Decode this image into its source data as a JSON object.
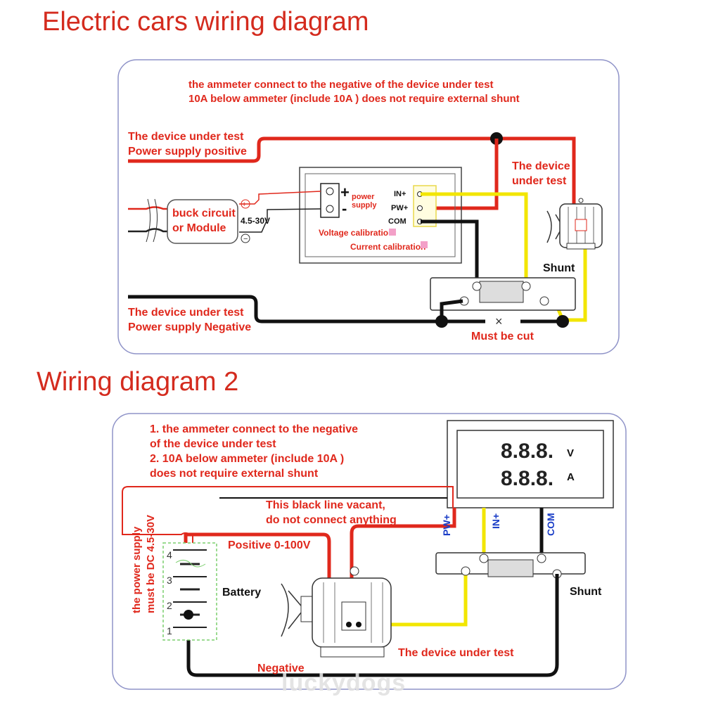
{
  "titles": {
    "diagram1": "Electric cars wiring diagram",
    "diagram2": "Wiring diagram 2"
  },
  "diagram1": {
    "note_line1": "the ammeter connect to the negative of the device under test",
    "note_line2": "10A below ammeter (include 10A ) does not require external shunt",
    "supply_pos_line1": "The device under test",
    "supply_pos_line2": "Power supply positive",
    "buck_line1": "buck circuit",
    "buck_line2": "or Module",
    "buck_voltage": "4.5-30V",
    "plus_sign": "+",
    "minus_sign": "-",
    "power_line1": "power",
    "power_line2": "supply",
    "terminal_in": "IN+",
    "terminal_pw": "PW+",
    "terminal_com": "COM",
    "voltage_cal": "Voltage calibration",
    "current_cal": "Current calibration",
    "dut_line1": "The device",
    "dut_line2": "under test",
    "shunt": "Shunt",
    "supply_neg_line1": "The device under test",
    "supply_neg_line2": "Power supply Negative",
    "must_cut": "Must be cut"
  },
  "diagram2": {
    "note_line1": "1. the ammeter connect to the negative",
    "note_line2": "of the device under test",
    "note_line3": "2. 10A below ammeter (include 10A )",
    "note_line4": "does not require external shunt",
    "display_v": "V",
    "display_a": "A",
    "display_digits": "8.8.8.",
    "vacant_line1": "This black line vacant,",
    "vacant_line2": "do not connect anything",
    "wire_pw": "PW+",
    "wire_in": "IN+",
    "wire_com": "COM",
    "supply_line1": "the power supply",
    "supply_line2": "must be DC 4.5-30V",
    "positive": "Positive 0-100V",
    "battery": "Battery",
    "cell_4": "4",
    "cell_3": "3",
    "cell_2": "2",
    "cell_1": "1",
    "shunt": "Shunt",
    "dut": "The device under test",
    "negative": "Negative"
  },
  "watermark": "luckydogs",
  "colors": {
    "title": "#d42b1e",
    "wire_red": "#e0281c",
    "wire_yellow": "#f2e600",
    "wire_black": "#111111",
    "panel_border": "#8f93c8",
    "label_blue": "#1b3ec7"
  }
}
